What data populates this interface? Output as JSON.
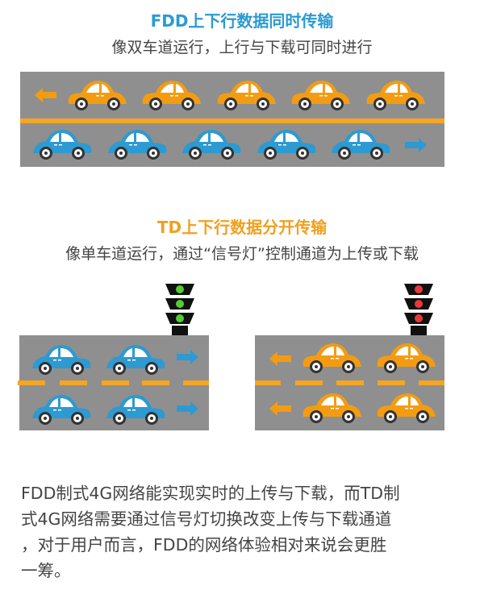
{
  "fdd": {
    "title": "FDD上下行数据同时传输",
    "subtitle": "像双车道运行，上行与下载可同时进行",
    "title_color": "#2a9bd3",
    "upper_lane": {
      "direction": "left",
      "car_color": "orange",
      "car_count": 5
    },
    "lower_lane": {
      "direction": "right",
      "car_color": "blue",
      "car_count": 5
    }
  },
  "td": {
    "title": "TD上下行数据分开传输",
    "subtitle": "像单车道运行，通过“信号灯”控制通道为上传或下载",
    "title_color": "#f0a020",
    "left_road": {
      "light": "green",
      "direction": "right",
      "car_color": "blue",
      "cars_per_lane": 2
    },
    "right_road": {
      "light": "red",
      "direction": "left",
      "car_color": "orange",
      "cars_per_lane": 2
    }
  },
  "conclusion": {
    "lines": [
      "FDD制式4G网络能实现实时的上传与下载，而TD制",
      "式4G网络需要通过信号灯切换改变上传与下载通道",
      "，对于用户而言，FDD的网络体验相对来说会更胜",
      "一筹。"
    ]
  },
  "colors": {
    "road": "#8f8f8f",
    "lane_line": "#f5a623",
    "orange_car": "#f39c12",
    "blue_car": "#2d9ad2",
    "green_light": "#55cc33",
    "red_light": "#e83a3a"
  }
}
